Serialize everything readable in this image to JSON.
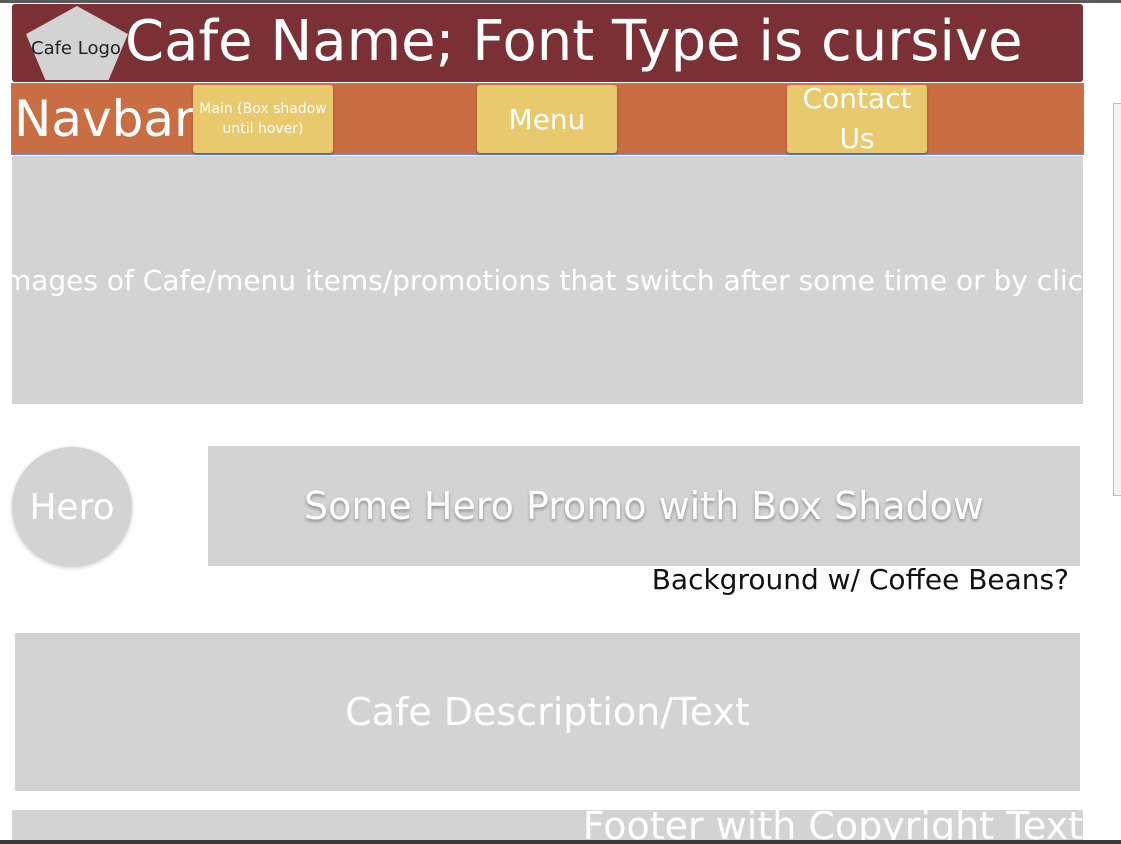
{
  "header": {
    "logo_label": "Cafe Logo",
    "title": "Cafe Name; Font Type is cursive"
  },
  "navbar": {
    "label": "Navbar",
    "items": [
      {
        "label": "Main (Box shadow until hover)"
      },
      {
        "label": "Menu"
      },
      {
        "label": "Contact Us"
      }
    ]
  },
  "carousel": {
    "text": "Images of Cafe/menu items/promotions that switch after some time or by click"
  },
  "hero": {
    "circle_label": "Hero",
    "promo_text": "Some Hero Promo with Box Shadow",
    "background_note": "Background w/ Coffee Beans?"
  },
  "description": {
    "text": "Cafe Description/Text"
  },
  "footer": {
    "text": "Footer with Copyright Text"
  },
  "colors": {
    "header_bg": "#7a3034",
    "navbar_bg": "#c96e42",
    "button_bg": "#e8c96e",
    "placeholder_bg": "#d3d3d3"
  }
}
